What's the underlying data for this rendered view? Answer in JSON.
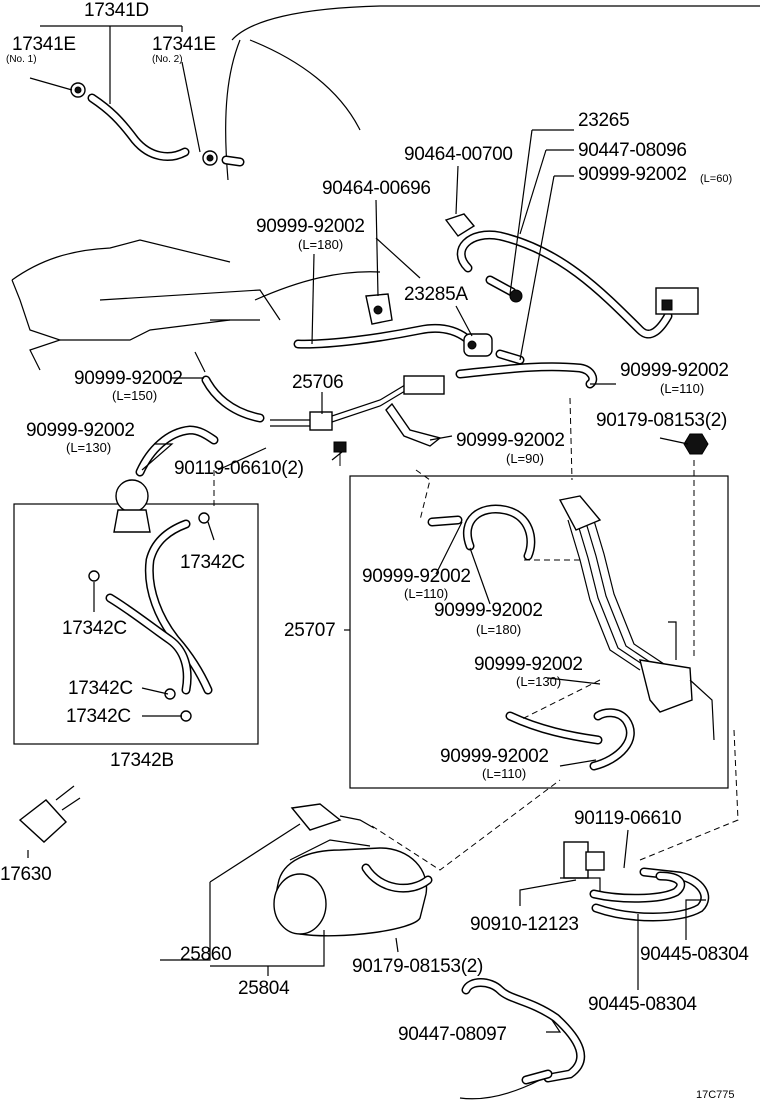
{
  "labels": {
    "l17341D": "17341D",
    "l17341E_1": "17341E",
    "no1": "(No. 1)",
    "l17341E_2": "17341E",
    "no2": "(No. 2)",
    "l23265": "23265",
    "l90464_00700": "90464-00700",
    "l90447_08096": "90447-08096",
    "l90999_top_right": "90999-92002",
    "l60": "(L=60)",
    "l90464_00696": "90464-00696",
    "l90999_180": "90999-92002",
    "l180": "(L=180)",
    "l23285A": "23285A",
    "l90999_150": "90999-92002",
    "l150": "(L=150)",
    "l25706": "25706",
    "l90999_110_right": "90999-92002",
    "l110_right": "(L=110)",
    "l90179_top": "90179-08153(2)",
    "l90999_130_left": "90999-92002",
    "l130_left": "(L=130)",
    "l90119_06610_2": "90119-06610(2)",
    "l90999_90": "90999-92002",
    "l90": "(L=90)",
    "l17342C_a": "17342C",
    "l17342C_b": "17342C",
    "l17342C_c": "17342C",
    "l17342C_d": "17342C",
    "l17342B": "17342B",
    "l90999_110_mid": "90999-92002",
    "l110_mid": "(L=110)",
    "l90999_180_mid": "90999-92002",
    "l180_mid": "(L=180)",
    "l25707": "25707",
    "l90999_130_mid": "90999-92002",
    "l130_mid": "(L=130)",
    "l90999_110_low": "90999-92002",
    "l110_low": "(L=110)",
    "l17630": "17630",
    "l90119_06610": "90119-06610",
    "l90910_12123": "90910-12123",
    "l25860": "25860",
    "l90445_08304_a": "90445-08304",
    "l90179_bottom": "90179-08153(2)",
    "l25804": "25804",
    "l90445_08304_b": "90445-08304",
    "l90447_08097": "90447-08097",
    "figcode": "17C775"
  }
}
